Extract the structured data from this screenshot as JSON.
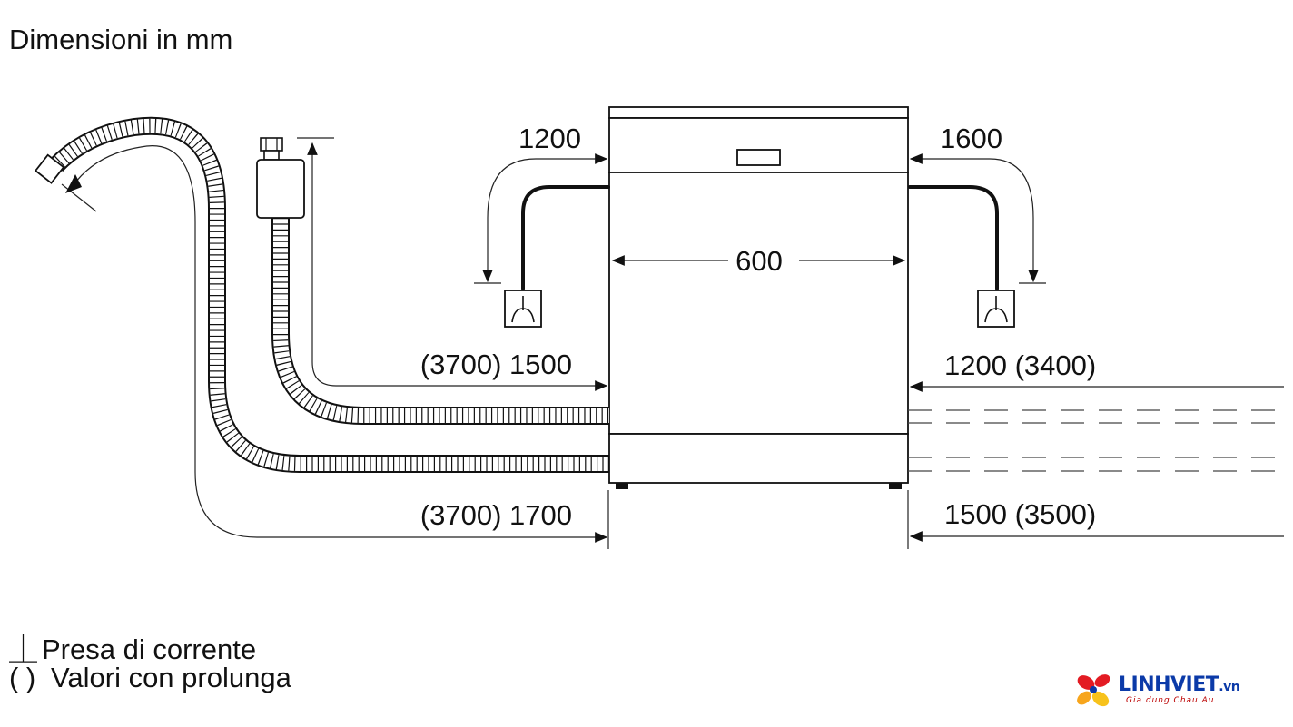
{
  "title": "Dimensioni in mm",
  "dimensions": {
    "power_left": "1200",
    "power_right": "1600",
    "width": "600",
    "inlet_left": "(3700) 1500",
    "inlet_right": "1200 (3400)",
    "drain_left": "(3700) 1700",
    "drain_right": "1500 (3500)"
  },
  "legend": {
    "socket_symbol": "⏊",
    "socket_label": "Presa di corrente",
    "paren_symbol": "( )",
    "paren_label": "Valori con prolunga"
  },
  "watermark": {
    "brand": "LINHVIET",
    "tld": ".vn",
    "tagline": "Gia dung Chau Au",
    "colors": [
      "#e31b23",
      "#f7a51c",
      "#0b3aa8"
    ]
  },
  "icons": [
    "socket-icon-left",
    "socket-icon-right",
    "power-socket-legend-icon"
  ]
}
